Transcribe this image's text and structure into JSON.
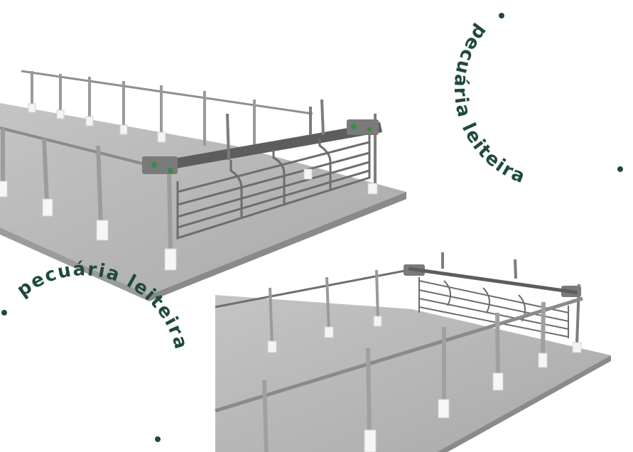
{
  "colors": {
    "background": "#ffffff",
    "brand_green": "#1f4a3a",
    "floor_top": "#b8b8b8",
    "floor_edge": "#8a8a8a",
    "pipe": "#9a9a9a",
    "pipe_dark": "#6e6e6e",
    "base_white": "#f4f4f4",
    "motor_green": "#3c8a4a"
  },
  "badges": [
    {
      "text": "pecuária leiteira"
    },
    {
      "text": "pecuária leiteira"
    }
  ],
  "products": [
    {
      "name": "rendering-top-left"
    },
    {
      "name": "rendering-bottom-right"
    }
  ]
}
